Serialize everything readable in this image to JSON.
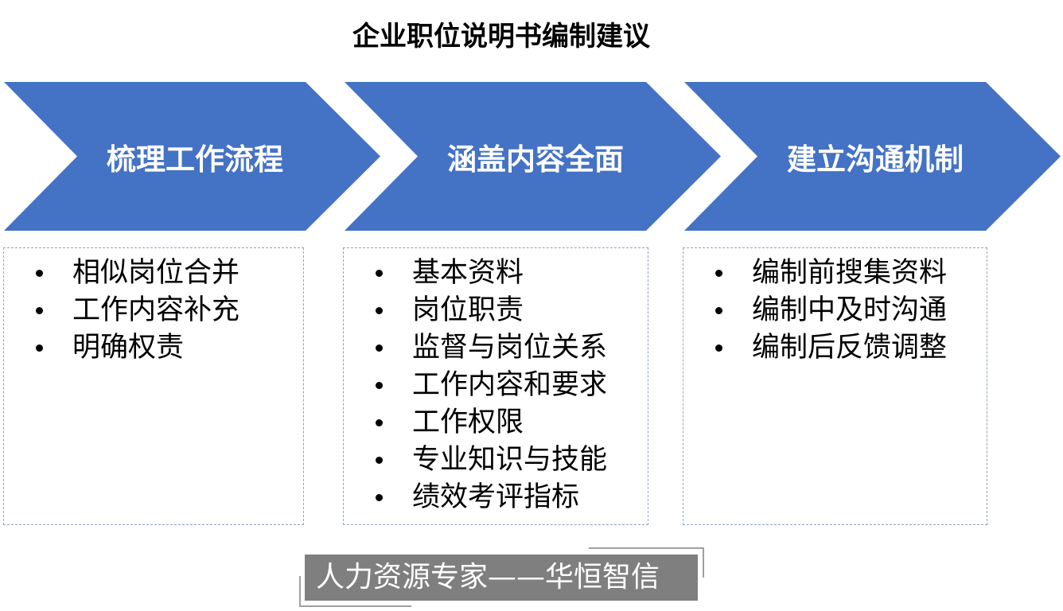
{
  "title": "企业职位说明书编制建议",
  "accent_color": "#4472c4",
  "steps": [
    {
      "label": "梳理工作流程",
      "items": [
        "相似岗位合并",
        "工作内容补充",
        "明确权责"
      ]
    },
    {
      "label": "涵盖内容全面",
      "items": [
        "基本资料",
        "岗位职责",
        "监督与岗位关系",
        "工作内容和要求",
        "工作权限",
        "专业知识与技能",
        "绩效考评指标"
      ]
    },
    {
      "label": "建立沟通机制",
      "items": [
        "编制前搜集资料",
        "编制中及时沟通",
        "编制后反馈调整"
      ]
    }
  ],
  "footer": "人力资源专家——华恒智信"
}
